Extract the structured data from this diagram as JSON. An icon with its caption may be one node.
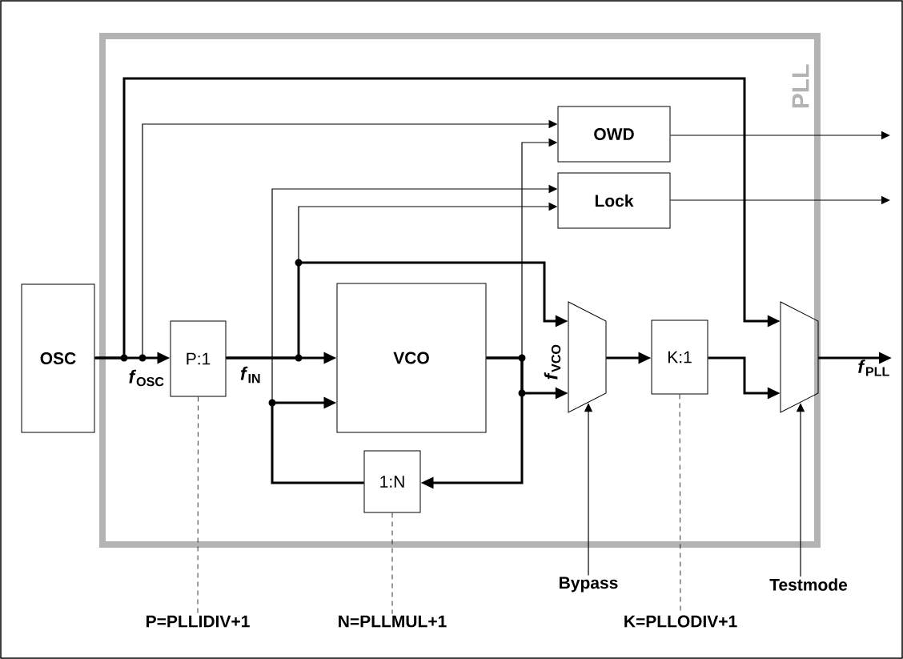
{
  "diagram": {
    "nodes": [
      {
        "text": [
          "PLL"
        ]
      },
      {
        "text": [
          "OSC"
        ]
      },
      {
        "text": [
          "P:1"
        ],
        "in": 0
      },
      {
        "text": [
          "VCO"
        ],
        "in": 0
      },
      {
        "text": [
          "1:N"
        ],
        "in": 0
      },
      {
        "text": [
          "OWD"
        ],
        "in": 0
      },
      {
        "text": [
          "Lock"
        ],
        "in": 0
      },
      {
        "text": [],
        "shape": "trapezoid",
        "in": 0
      },
      {
        "text": [
          "K:1"
        ],
        "in": 0
      },
      {
        "text": [],
        "shape": "trapezoid",
        "in": 0
      },
      {
        "text": [
          "Bypass"
        ]
      },
      {
        "text": [
          "Testmode"
        ]
      },
      {
        "text": [
          "P=PLLIDIV+1"
        ]
      },
      {
        "text": [
          "N=PLLMUL+1"
        ]
      },
      {
        "text": [
          "K=PLLODIV+1"
        ]
      },
      {
        "text": [
          "*f*$_{PLL}$"
        ]
      }
    ],
    "edges": [
      {
        "from": 1,
        "to": 2,
        "arrow": "to",
        "style": "thick"
      },
      {
        "from": 1,
        "to": 9,
        "arrow": "to",
        "style": "thick"
      },
      {
        "from": 1,
        "to": 5,
        "arrow": "to"
      },
      {
        "from": 2,
        "to": 3,
        "arrow": "to",
        "style": "thick"
      },
      {
        "from": 2,
        "to": 7,
        "arrow": "to",
        "style": "thick"
      },
      {
        "from": 2,
        "to": 6,
        "arrow": "to"
      },
      {
        "from": 4,
        "to": 3,
        "arrow": "to",
        "style": "thick"
      },
      {
        "from": 4,
        "to": 6,
        "arrow": "to"
      },
      {
        "from": 3,
        "to": 7,
        "arrow": "to",
        "style": "thick"
      },
      {
        "from": 3,
        "to": 4,
        "arrow": "to",
        "style": "thick"
      },
      {
        "from": 3,
        "to": 5,
        "arrow": "to"
      },
      {
        "from": 7,
        "to": 8,
        "arrow": "to",
        "style": "thick"
      },
      {
        "from": 8,
        "to": 9,
        "arrow": "to",
        "style": "thick"
      },
      {
        "from": 9,
        "to": 15,
        "arrow": "to",
        "style": "thick"
      },
      {
        "from": 5,
        "to": null,
        "arrow": "to"
      },
      {
        "from": 6,
        "to": null,
        "arrow": "to"
      },
      {
        "from": 10,
        "to": 7,
        "arrow": "to"
      },
      {
        "from": 11,
        "to": 9,
        "arrow": "to"
      },
      {
        "from": 2,
        "to": 12,
        "arrow": "none",
        "style": "dashed"
      },
      {
        "from": 4,
        "to": 13,
        "arrow": "none",
        "style": "dashed"
      },
      {
        "from": 8,
        "to": 14,
        "arrow": "none",
        "style": "dashed"
      }
    ],
    "labels": [
      "*f*$_{OSC}$",
      "*f*$_{IN}$",
      "*f*$_{VCO}$"
    ]
  }
}
